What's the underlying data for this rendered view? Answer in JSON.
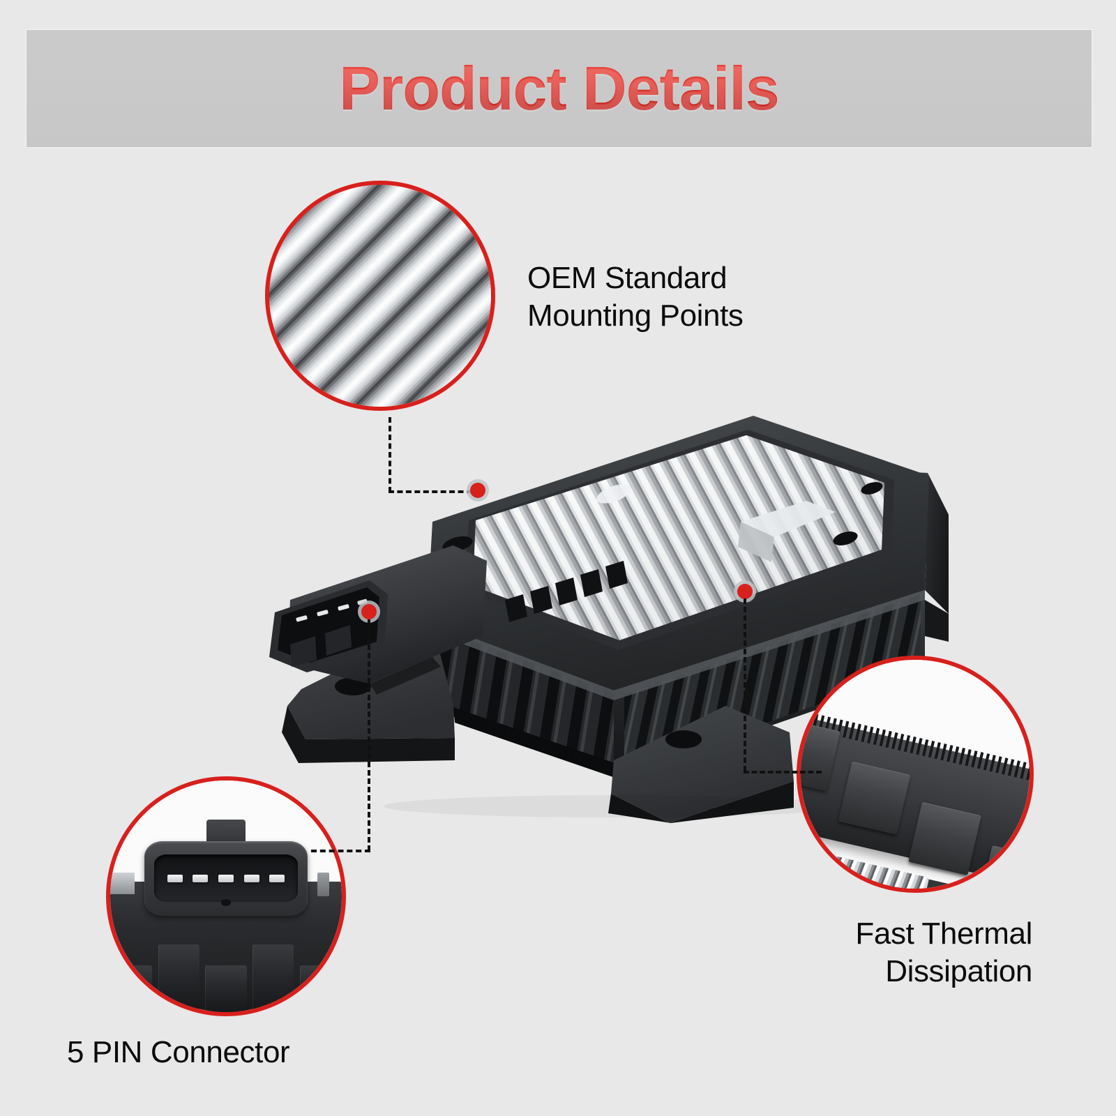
{
  "page": {
    "background_color": "#e8e8e8"
  },
  "header": {
    "title": "Product Details",
    "banner_color": "#c9c9c9",
    "title_color_top": "#ef4339",
    "title_color_bottom": "#ab110d"
  },
  "accent": {
    "red": "#d8201c",
    "dot_red": "#d8201c",
    "leader_line_color": "#111111"
  },
  "callouts": [
    {
      "id": "oem-mounting",
      "icon": "heatsink-fins-closeup",
      "label_line1": "OEM Standard",
      "label_line2": "Mounting Points",
      "label_full": "OEM Standard\nMounting Points"
    },
    {
      "id": "fast-thermal",
      "icon": "thermal-ribs-closeup",
      "label_line1": "Fast Thermal",
      "label_line2": "Dissipation",
      "label_full": "Fast Thermal\nDissipation"
    },
    {
      "id": "five-pin-connector",
      "icon": "connector-closeup",
      "label_line1": "5 PIN Connector",
      "label_line2": "",
      "label_full": "5 PIN Connector"
    }
  ],
  "product": {
    "name": "blower-motor-resistor-module",
    "body_color": "#26282b",
    "heatsink_color": "#d9dcdf",
    "pin_count": 5
  }
}
